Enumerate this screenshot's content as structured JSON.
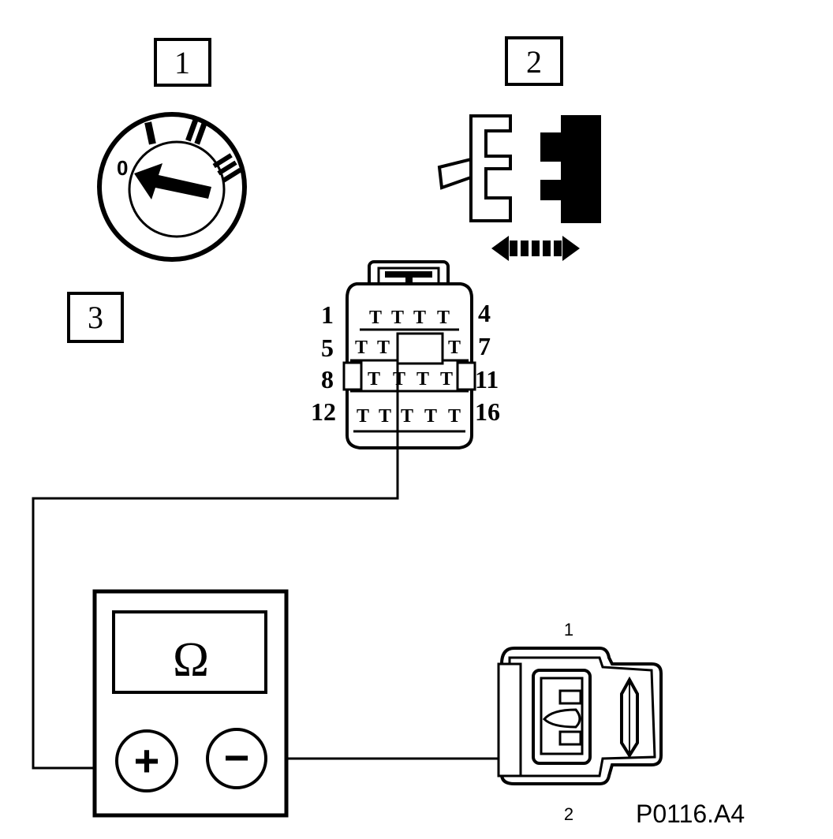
{
  "callouts": {
    "c1": "1",
    "c2": "2",
    "c3": "3"
  },
  "ignition": {
    "positions": [
      "0",
      "I",
      "II",
      "III"
    ]
  },
  "connector16": {
    "pin_labels": {
      "p1": "1",
      "p4": "4",
      "p5": "5",
      "p7": "7",
      "p8": "8",
      "p11": "11",
      "p12": "12",
      "p16": "16"
    }
  },
  "meter": {
    "display_symbol": "Ω",
    "plus_symbol": "+",
    "minus_symbol": "−"
  },
  "connector2": {
    "pin_top": "1",
    "pin_bottom": "2"
  },
  "figure_code": "P0116.A4"
}
